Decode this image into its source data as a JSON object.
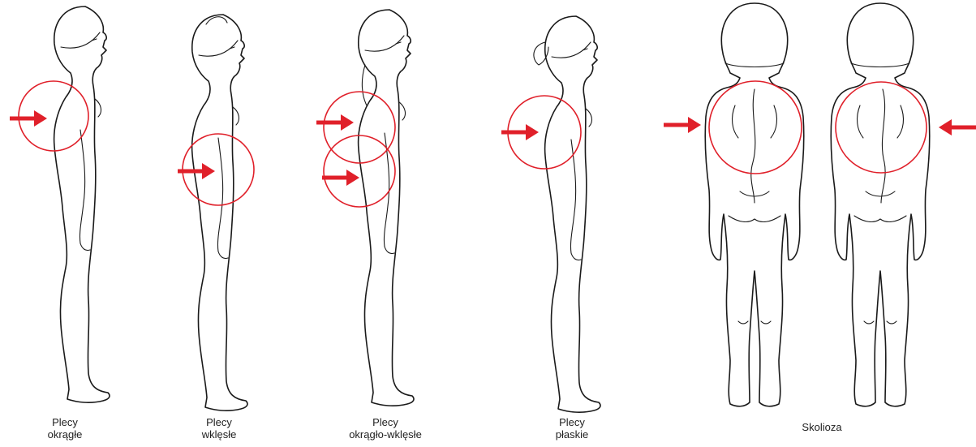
{
  "colors": {
    "highlight": "#e0202a",
    "outline": "#1a1a1a",
    "background": "#ffffff"
  },
  "figures": [
    {
      "id": "okragle",
      "view": "side",
      "label_lines": [
        "Plecy",
        "okrągłe"
      ]
    },
    {
      "id": "wklesle",
      "view": "side",
      "label_lines": [
        "Plecy",
        "wklęsłe"
      ]
    },
    {
      "id": "okraglo-wklesle",
      "view": "side",
      "label_lines": [
        "Plecy",
        "okrągło-wklęsłe"
      ]
    },
    {
      "id": "plaskie",
      "view": "side",
      "label_lines": [
        "Plecy",
        "płaskie"
      ]
    },
    {
      "id": "skolioza",
      "view": "back",
      "label_lines": [
        "Skolioza"
      ]
    }
  ]
}
